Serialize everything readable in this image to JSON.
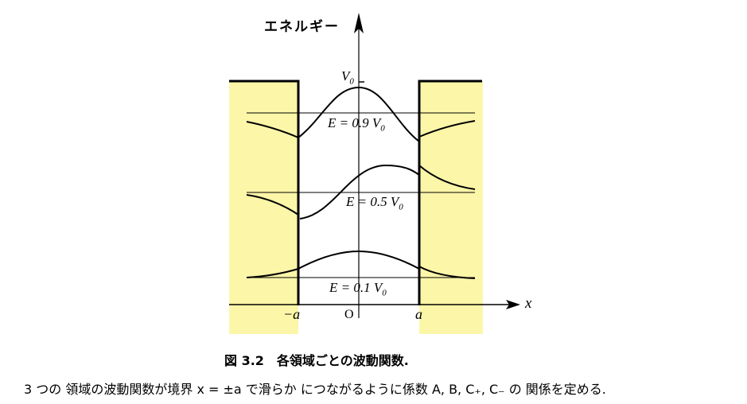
{
  "figure": {
    "y_axis_label": "エネルギー",
    "x_axis_label": "x",
    "v0_label": "V",
    "v0_sub": "0",
    "origin_label": "O",
    "minus_a_label": "−a",
    "a_label": "a",
    "levels": [
      {
        "label": "E = 0.9 V",
        "sub": "0"
      },
      {
        "label": "E = 0.5 V",
        "sub": "0"
      },
      {
        "label": "E = 0.1 V",
        "sub": "0"
      }
    ],
    "barrier_color": "#fcf6a8"
  },
  "caption": "図 3.2　各領域ごとの波動関数.",
  "body_text": "3 つの 領域の波動関数が境界 x = ±a で滑らか につながるように係数 A, B, C₊, C₋ の 関係を定める."
}
